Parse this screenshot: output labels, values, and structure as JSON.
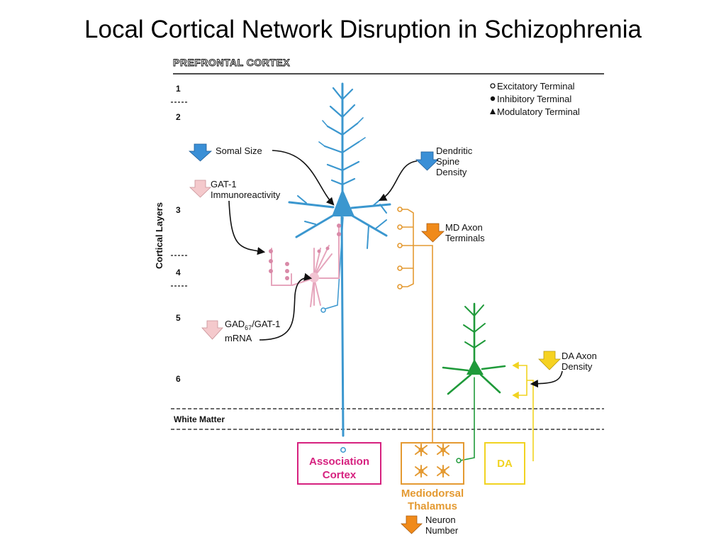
{
  "title": "Local Cortical Network Disruption in Schizophrenia",
  "header": "PREFRONTAL CORTEX",
  "axis_label": "Cortical Layers",
  "layers": [
    "1",
    "2",
    "3",
    "4",
    "5",
    "6"
  ],
  "white_matter": "White Matter",
  "legend": {
    "excitatory": "Excitatory Terminal",
    "inhibitory": "Inhibitory Terminal",
    "modulatory": "Modulatory Terminal"
  },
  "labels": {
    "somal_size": "Somal Size",
    "dendritic_1": "Dendritic",
    "dendritic_2": "Spine",
    "dendritic_3": "Density",
    "gat1_1": "GAT-1",
    "gat1_2": "Immunoreactivity",
    "md_axon_1": "MD Axon",
    "md_axon_2": "Terminals",
    "gad_main": "GAD",
    "gad_sub": "67",
    "gad_rest": "/GAT-1",
    "gad_2": "mRNA",
    "da_axon_1": "DA Axon",
    "da_axon_2": "Density",
    "neuron_1": "Neuron",
    "neuron_2": "Number"
  },
  "boxes": {
    "association_1": "Association",
    "association_2": "Cortex",
    "md_1": "Mediodorsal",
    "md_2": "Thalamus",
    "da": "DA"
  },
  "colors": {
    "pyramidal": "#3b97cf",
    "interneuron": "#e6a6bd",
    "md_axon": "#e49a32",
    "green_neuron": "#1f9a3a",
    "da": "#f1d321",
    "association": "#d6217f",
    "arrow_blue": "#3a8fd6",
    "arrow_pink": "#f4c9cc",
    "arrow_orange": "#f08a1a",
    "arrow_yellow": "#f6d221"
  }
}
